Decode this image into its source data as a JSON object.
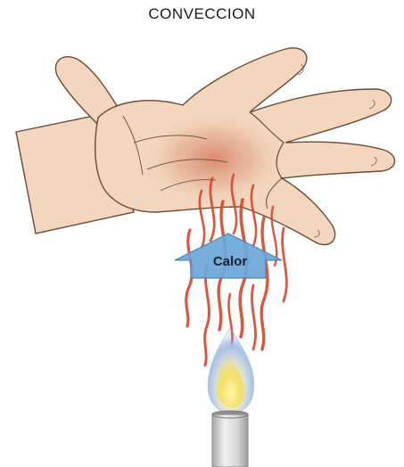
{
  "title": "CONVECCION",
  "arrow_label": "Calor",
  "colors": {
    "skin": "#f2d6bd",
    "skin_outline": "#6b4a36",
    "heat_spot": "#d9876a",
    "flame_red": "#d8452a",
    "arrow_fill": "#6aa6d8",
    "arrow_outline": "#4f86b8",
    "burner": "#c9c9c9"
  },
  "icons": [
    "hand",
    "heat-waves",
    "up-arrow",
    "flame",
    "burner"
  ]
}
